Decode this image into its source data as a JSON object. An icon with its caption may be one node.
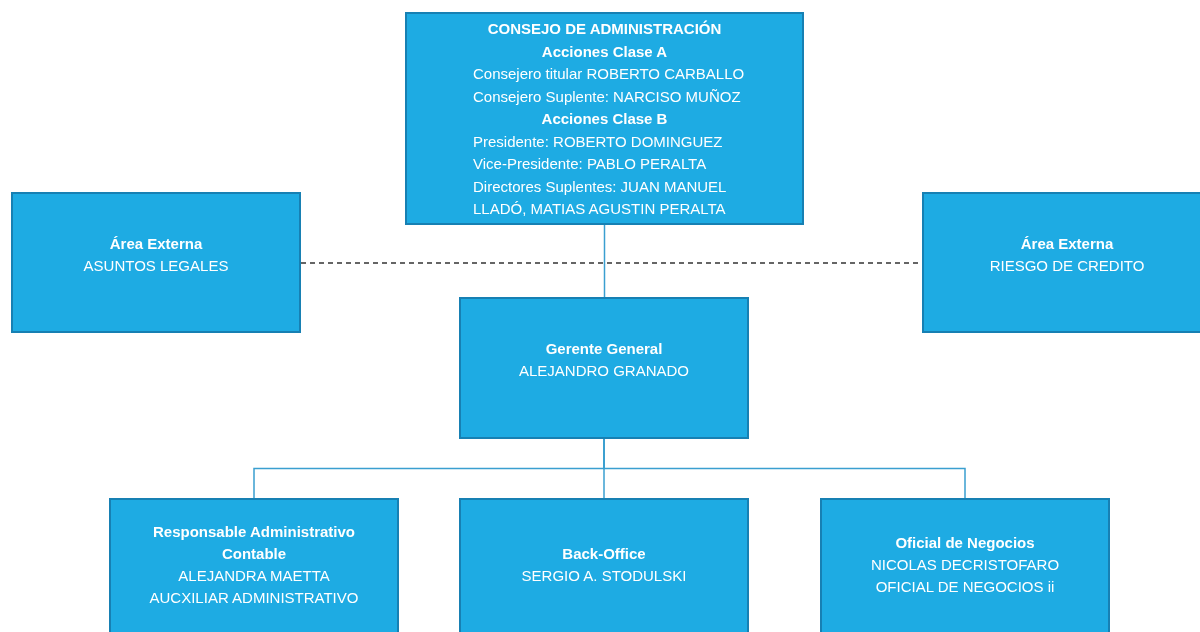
{
  "diagram": {
    "nodes": [
      {
        "text": [
          "CONSEJO DE ADMINISTRACIÓN",
          "Acciones Clase A",
          "Consejero titular ROBERTO CARBALLO",
          "Consejero Suplente: NARCISO MUÑOZ",
          "Acciones Clase B",
          "Presidente: ROBERTO DOMINGUEZ",
          "Vice-Presidente: PABLO PERALTA",
          "Directores Suplentes: JUAN MANUEL LLADÓ, MATIAS AGUSTIN PERALTA"
        ]
      },
      {
        "text": [
          "Área Externa",
          "ASUNTOS LEGALES"
        ]
      },
      {
        "text": [
          "Área Externa",
          "RIESGO DE CREDITO"
        ]
      },
      {
        "text": [
          "Gerente General",
          "ALEJANDRO GRANADO"
        ]
      },
      {
        "text": [
          "Responsable Administrativo Contable",
          "ALEJANDRA MAETTA",
          "AUCXILIAR ADMINISTRATIVO"
        ]
      },
      {
        "text": [
          "Back-Office",
          "SERGIO A. STODULSKI"
        ]
      },
      {
        "text": [
          "Oficial de Negocios",
          "NICOLAS DECRISTOFARO",
          "OFICIAL DE NEGOCIOS ii"
        ]
      }
    ],
    "edges": [
      {
        "from": 0,
        "to": 3,
        "arrow": "none"
      },
      {
        "from": 1,
        "to": 2,
        "arrow": "none",
        "style": "dashed",
        "color": "#333333"
      },
      {
        "from": 3,
        "to": 4,
        "arrow": "none"
      },
      {
        "from": 3,
        "to": 5,
        "arrow": "none"
      },
      {
        "from": 3,
        "to": 6,
        "arrow": "none"
      }
    ]
  }
}
